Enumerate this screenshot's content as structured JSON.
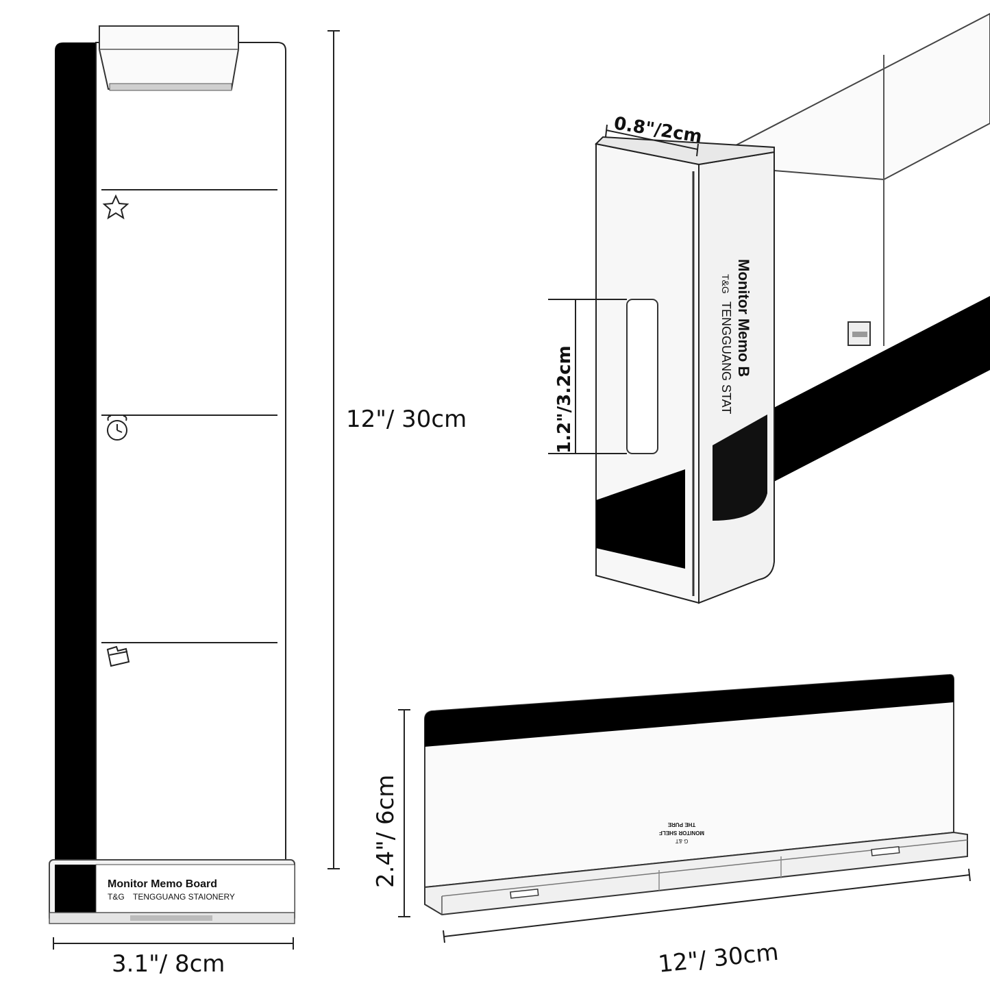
{
  "board": {
    "brand_title": "Monitor Memo Board",
    "brand_logo": "T&G",
    "brand_subtitle": "TENGGUANG STAIONERY",
    "section_icons": [
      "star-icon",
      "alarm-clock-icon",
      "folder-icon"
    ]
  },
  "dimensions": {
    "board_height": "12\"/ 30cm",
    "board_width": "3.1\"/ 8cm",
    "clip_width": "0.8\"/2cm",
    "clip_height": "1.2\"/3.2cm",
    "shelf_height": "2.4\"/ 6cm",
    "shelf_width": "12\"/ 30cm"
  },
  "closeup": {
    "brand_title": "Monitor Memo B",
    "brand_logo": "T&G",
    "brand_subtitle": "TENGGUANG STAT"
  },
  "shelf": {
    "label_line1": "THE PURE",
    "label_line2": "MONITOR SHELF",
    "label_line3": "G &T"
  },
  "colors": {
    "bar": "#000000",
    "outline": "#222222",
    "background": "#ffffff"
  }
}
